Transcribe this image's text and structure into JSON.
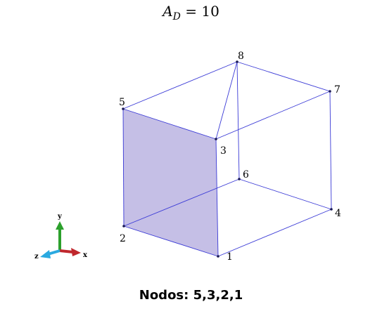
{
  "title": {
    "variable": "A",
    "subscript": "D",
    "equals": " = ",
    "value": "10"
  },
  "nodes": [
    {
      "id": "1",
      "label": "1"
    },
    {
      "id": "2",
      "label": "2"
    },
    {
      "id": "3",
      "label": "3"
    },
    {
      "id": "4",
      "label": "4"
    },
    {
      "id": "5",
      "label": "5"
    },
    {
      "id": "6",
      "label": "6"
    },
    {
      "id": "7",
      "label": "7"
    },
    {
      "id": "8",
      "label": "8"
    }
  ],
  "highlighted_face_nodes": [
    "5",
    "3",
    "1",
    "2"
  ],
  "colors": {
    "edge": "#3a3ad6",
    "face_fill": "#c5bfe6",
    "axis_x": "#c0272d",
    "axis_y": "#2ca02c",
    "axis_z": "#2aa9e0"
  },
  "axes": {
    "x": "x",
    "y": "y",
    "z": "z"
  },
  "caption": "Nodos: 5,3,2,1"
}
